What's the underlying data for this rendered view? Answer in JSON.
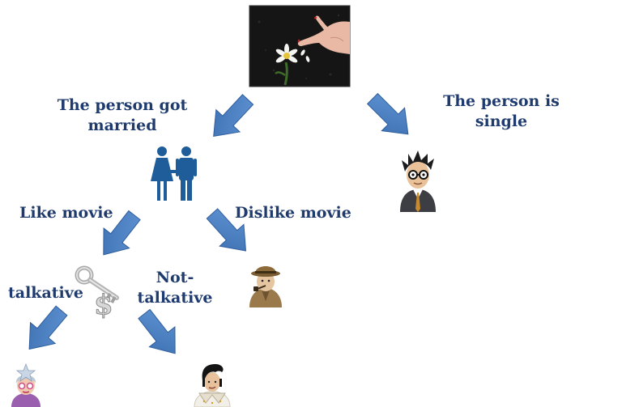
{
  "nodes": {
    "married_label": {
      "line1": "The person got",
      "line2": "married"
    },
    "single_label": {
      "line1": "The person is",
      "line2": "single"
    },
    "like_movie_label": "Like movie",
    "dislike_movie_label": "Dislike movie",
    "talkative_label": "talkative",
    "not_talkative_label": {
      "line1": "Not-",
      "line2": "talkative"
    }
  },
  "colors": {
    "label_text": "#1f3b6e",
    "arrow_fill": "#4a7fc1",
    "arrow_dark": "#2f5e9c",
    "couple_icon": "#1f5d9a"
  },
  "icons": {
    "photo": "hand-plucking-daisy-photo",
    "couple": "couple-icon",
    "single_person": "nerd-avatar-icon",
    "detective": "detective-avatar-icon",
    "key": "key-dollar-icon",
    "lady": "lady-avatar-icon",
    "elvis": "elvis-avatar-icon"
  }
}
